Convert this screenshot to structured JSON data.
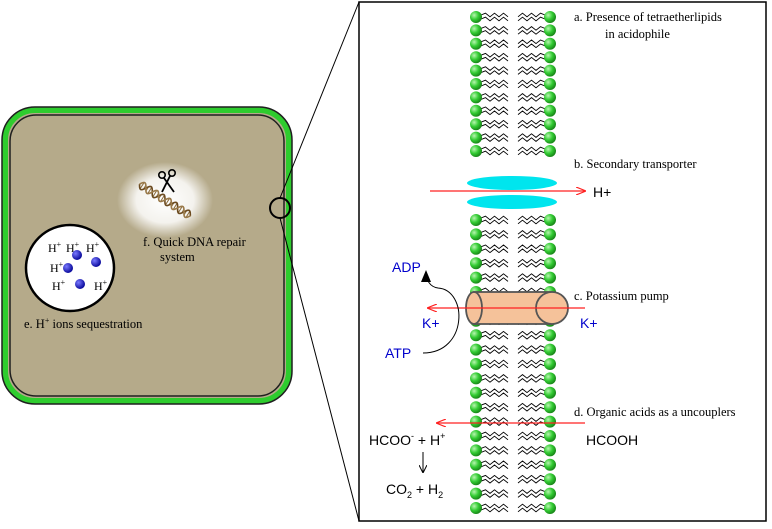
{
  "labels": {
    "a_line1": "a. Presence of tetraetherlipids",
    "a_line2": "in acidophile",
    "b": "b. Secondary transporter",
    "c": "c. Potassium pump",
    "d": "d. Organic acids as a uncouplers",
    "e_prefix": "e.  H",
    "e_sup": "+",
    "e_rest": " ions sequestration",
    "f_line1": "f. Quick DNA repair",
    "f_line2": "system"
  },
  "species": {
    "h_plus_out": "H+",
    "adp": "ADP",
    "atp": "ATP",
    "k_plus_in": "K+",
    "k_plus_out": "K+",
    "hcooh": "HCOOH",
    "hcoo_base": "HCOO",
    "hcoo_sup": "-",
    "plus_h": " + H",
    "plus_h_sup": "+",
    "co2_c": "CO",
    "co2_sub": "2",
    "plus_h2": " + H",
    "h2_sub": "2"
  },
  "vacuole_ions": {
    "h": "H",
    "sup": "+"
  },
  "colors": {
    "cell_fill": "#b5aa8a",
    "cell_wall": "#2ecc2e",
    "lipid_head": "#33cc33",
    "transporter": "#00e5ee",
    "pump_fill": "#f5c29a",
    "pump_stroke": "#555555",
    "arrow_red": "#ff2020",
    "text_blue": "#0000cc",
    "ion_blue": "#1a1acc"
  }
}
